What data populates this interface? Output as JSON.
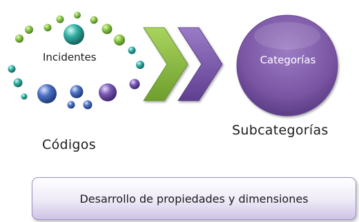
{
  "labels": {
    "cluster": "Incidentes",
    "cluster_caption": "Códigos",
    "circle": "Categorías",
    "circle_caption": "Subcategorías"
  },
  "bottom_box": {
    "text": "Desarrollo de propiedades y dimensiones"
  },
  "colors": {
    "green": "#7fb83c",
    "teal": "#2aa39a",
    "blue": "#3e63b2",
    "purple": "#6f4fa3",
    "chevron_green": "#8cbf3f",
    "chevron_purple": "#7b5aa8",
    "circle_purple": "#7e5aa6"
  }
}
